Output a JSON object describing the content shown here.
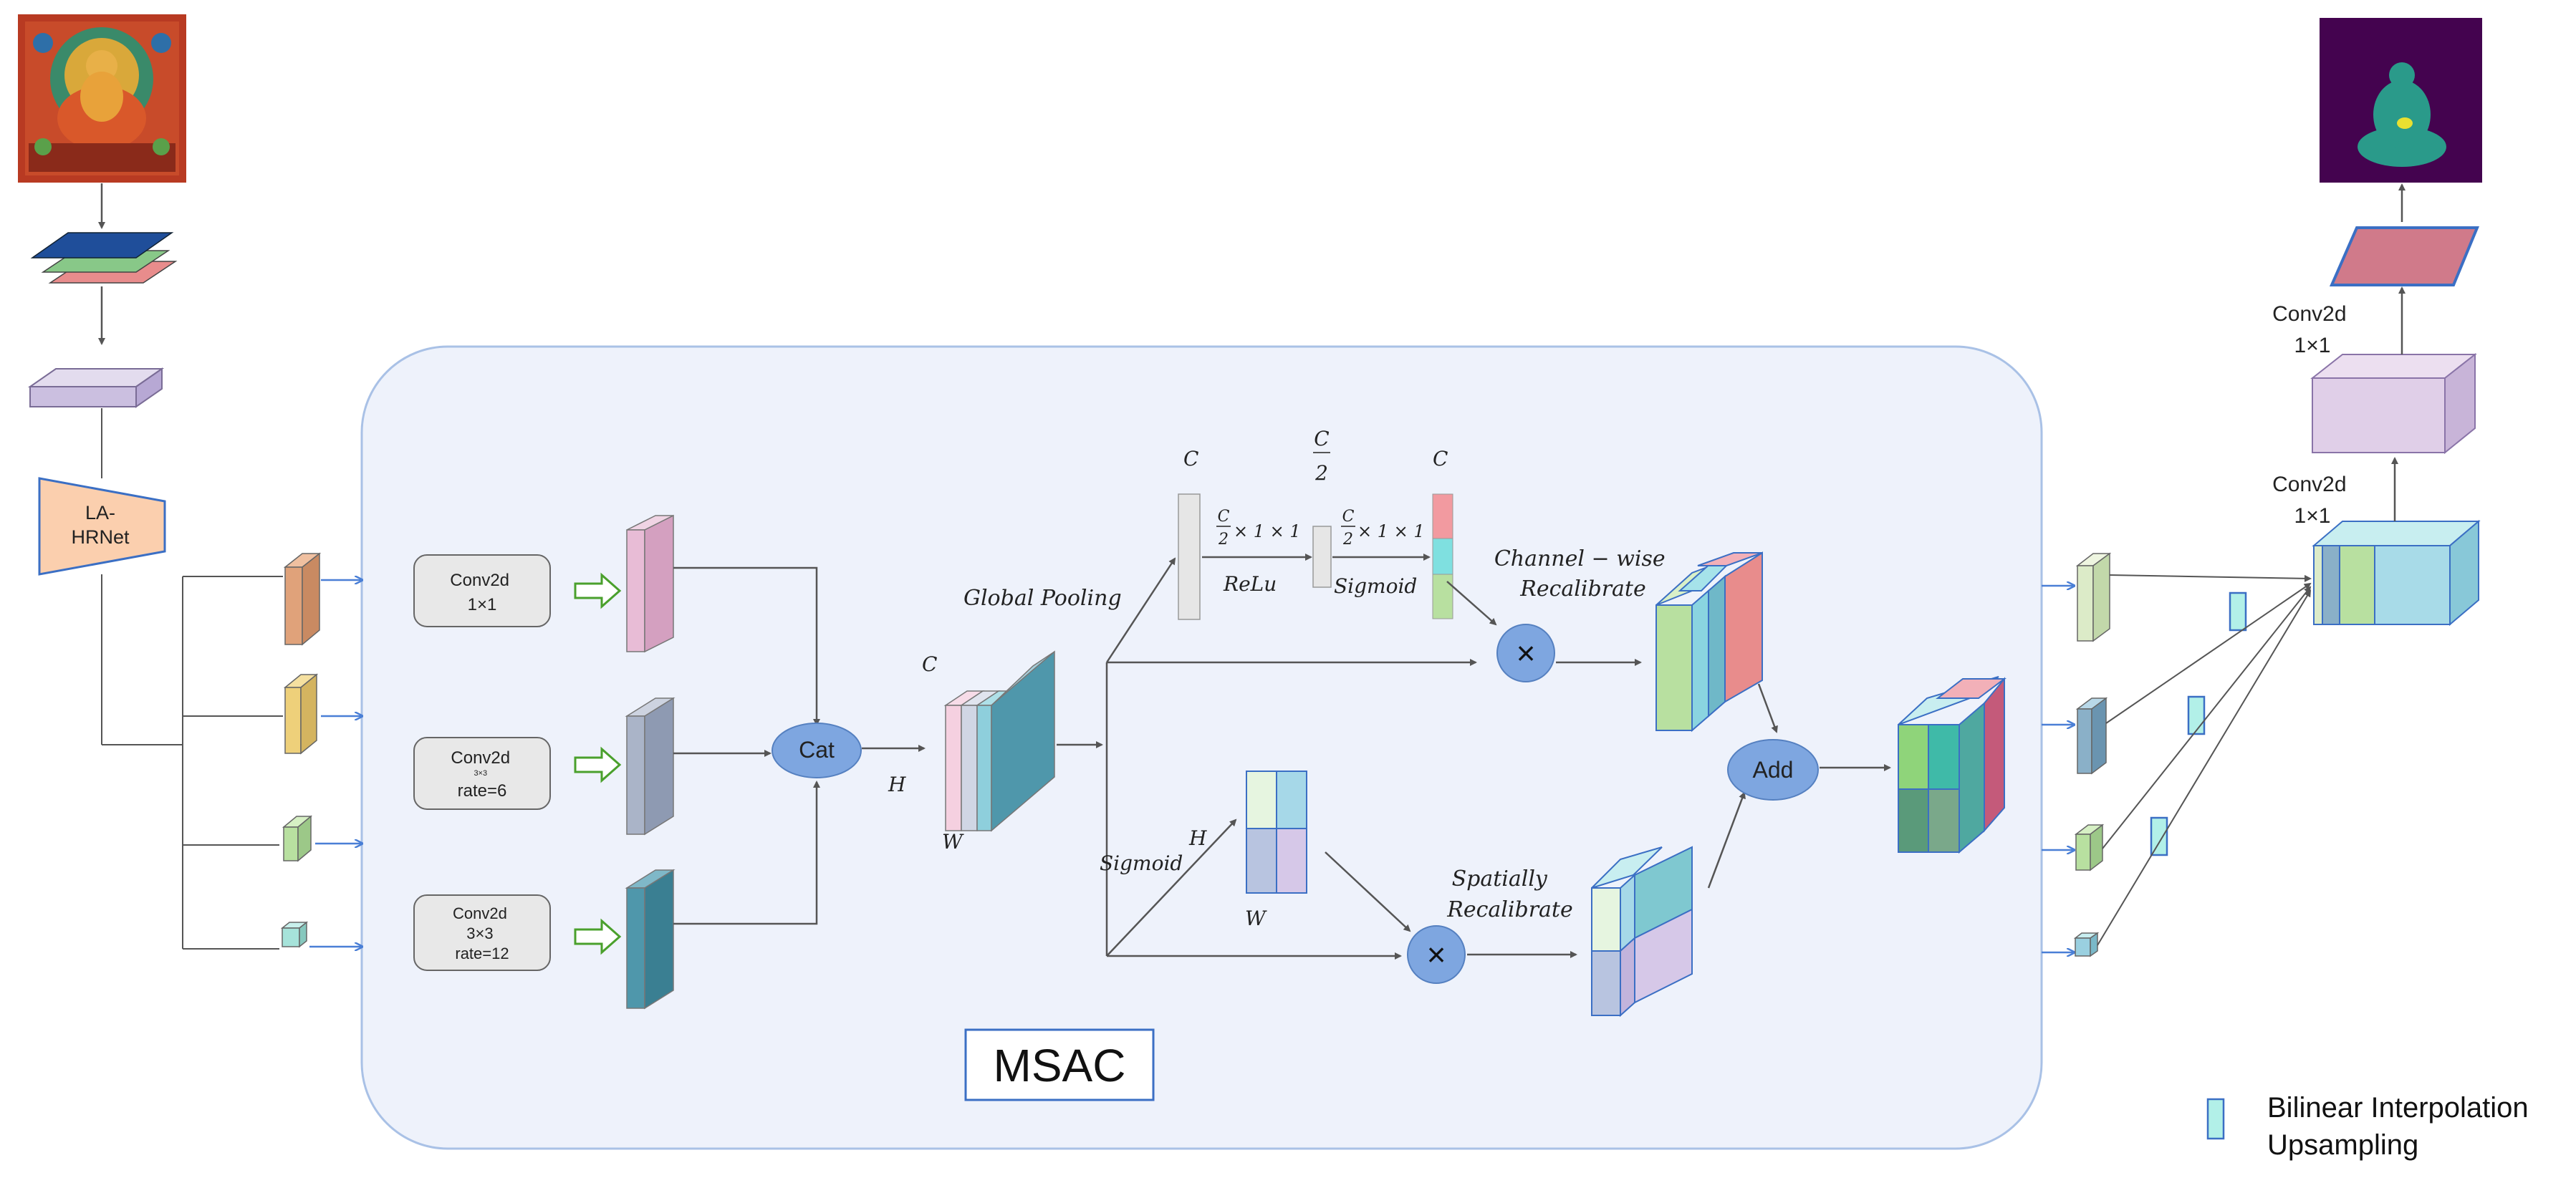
{
  "colors": {
    "panel_fill": "#eef2fb",
    "panel_stroke": "#a9c1e6",
    "arrow_blue": "#4a7fd6",
    "arrow_gray": "#555555",
    "green_arrow": "#4aa02c",
    "op_circle": "#7ea6e0",
    "conv_box": "#e8e8e8",
    "pink": "#e8bcd6",
    "gray_blue": "#aab4c8",
    "teal": "#4f97ab",
    "orange": "#e0a27a",
    "yellow": "#eed07a",
    "green": "#b8e0a0",
    "mint": "#a6e3da",
    "lavender": "#d6c8e8",
    "salmon": "#e88c8c"
  },
  "labels": {
    "backbone": "LA-\nHRNet",
    "conv1": [
      "Conv2d",
      "1×1"
    ],
    "conv2": [
      "Conv2d",
      "3×3",
      "rate=6"
    ],
    "conv3": [
      "Conv2d",
      "3×3",
      "rate=12"
    ],
    "cat": "Cat",
    "add": "Add",
    "multiply": "×",
    "msac": "MSAC",
    "global_pooling": "Global Pooling",
    "relu": "ReLu",
    "sigmoid_channel": "Sigmoid",
    "sigmoid_spatial": "Sigmoid",
    "channel_recal": [
      "Channel − wise",
      "Recalibrate"
    ],
    "spatial_recal": [
      "Spatially",
      "Recalibrate"
    ],
    "dim_c": "C",
    "dim_h": "H",
    "dim_w": "W",
    "dim_c2_frac_num": "C",
    "dim_c2_frac_den": "2",
    "fc1_expr": "× 1 × 1",
    "fc2_expr": "× 1 × 1",
    "head_conv_top": [
      "Conv2d",
      "1×1"
    ],
    "head_conv_bottom": [
      "Conv2d",
      "1×1"
    ],
    "legend": [
      "Bilinear Interpolation",
      "Upsampling"
    ]
  }
}
